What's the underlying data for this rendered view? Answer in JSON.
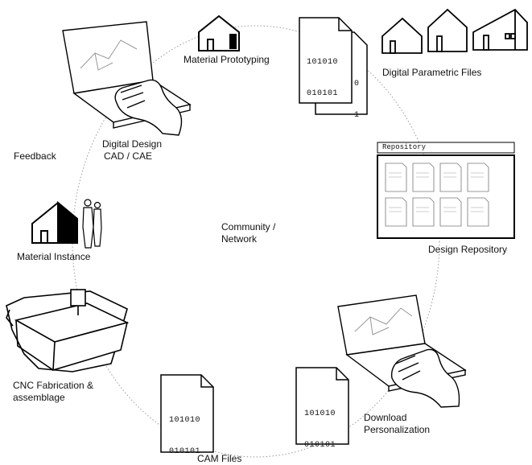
{
  "diagram": {
    "center_label": [
      "Community /",
      "Network"
    ],
    "nodes": {
      "material_prototyping": "Material Prototyping",
      "digital_parametric_files": "Digital Parametric Files",
      "design_repository": "Design Repository",
      "download_personalization": [
        "Download",
        "Personalization"
      ],
      "cam_files": "CAM Files",
      "cnc_fabrication": [
        "CNC Fabrication &",
        "assemblage"
      ],
      "material_instance": "Material Instance",
      "feedback": "Feedback",
      "digital_design": [
        "Digital Design",
        "CAD / CAE"
      ]
    },
    "repository_header": "Repository",
    "binary": {
      "line1": "101010",
      "line2": "010101",
      "back_sheet_partial": [
        "0",
        "1"
      ]
    }
  }
}
